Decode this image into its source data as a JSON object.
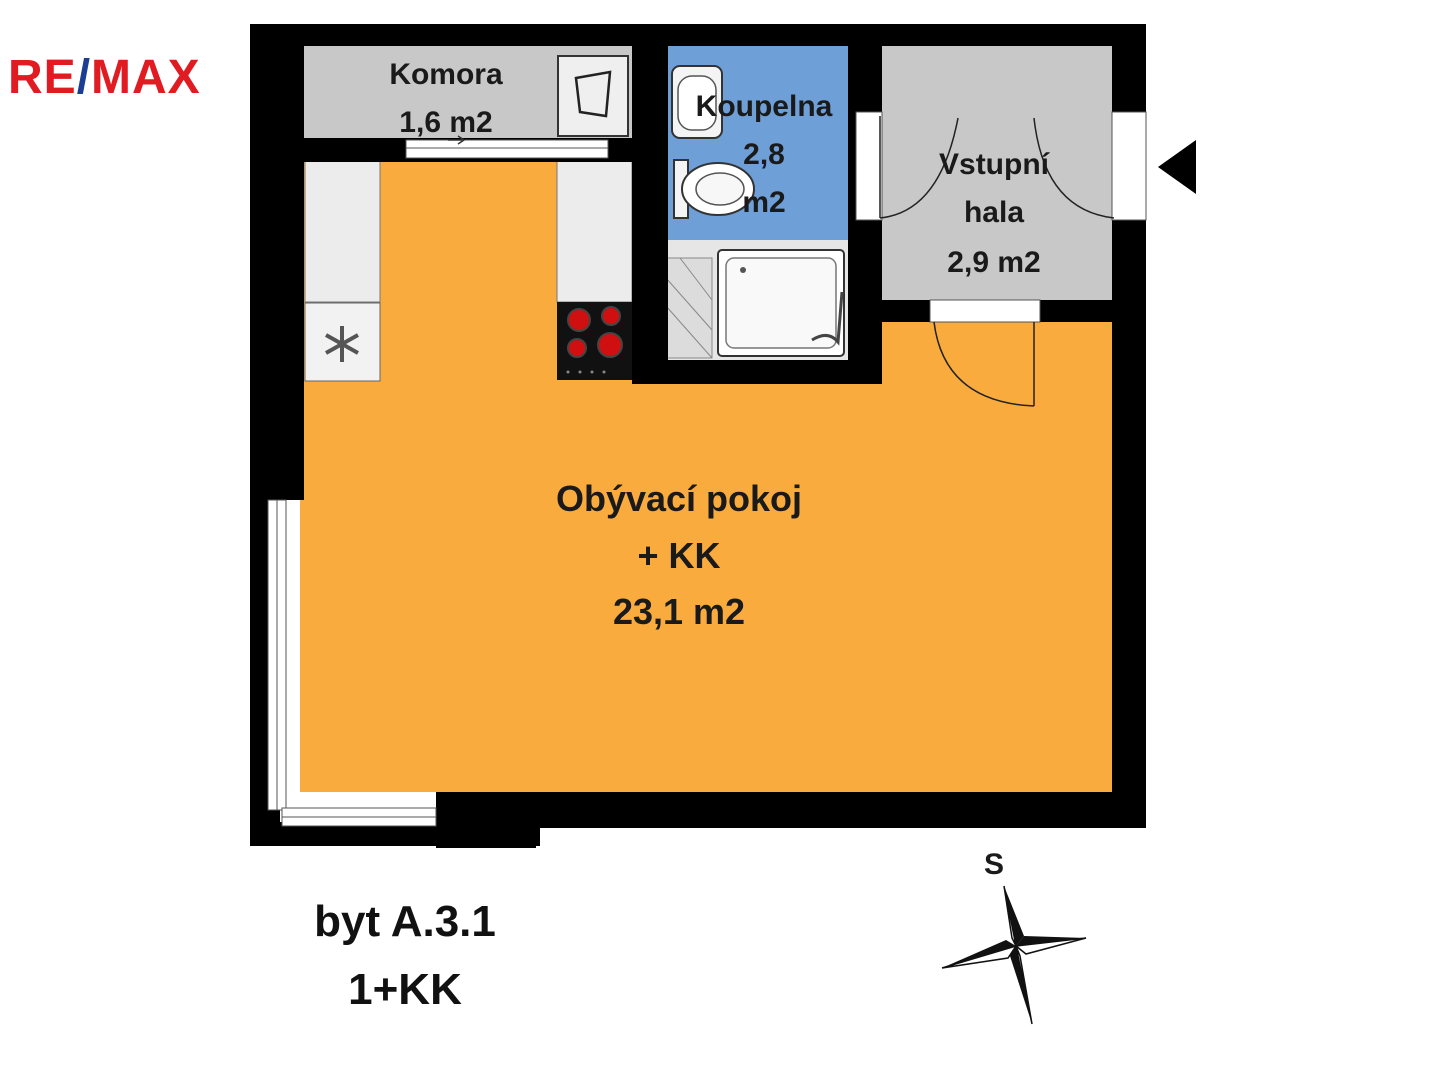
{
  "logo": {
    "re": "RE",
    "slash": "/",
    "max": "MAX"
  },
  "rooms": {
    "komora": {
      "name": "Komora",
      "area": "1,6 m2"
    },
    "koupelna": {
      "name": "Koupelna",
      "area_line1": "2,8",
      "area_line2": "m2"
    },
    "hala": {
      "name_line1": "Vstupní",
      "name_line2": "hala",
      "area": "2,9 m2"
    },
    "obyvaci": {
      "name_line1": "Obývací pokoj",
      "name_line2": "+ KK",
      "area": "23,1 m2"
    }
  },
  "flat": {
    "id": "byt A.3.1",
    "type": "1+KK"
  },
  "compass": {
    "label": "S"
  },
  "colors": {
    "living": "#f9ac3d",
    "bathroom": "#6f9fd7",
    "utility": "#c8c8c8",
    "wall": "#000000",
    "logo_red": "#e11b22",
    "logo_blue": "#1b3e94"
  },
  "icons": {
    "entrance": "entrance-arrow-icon",
    "compass": "compass-rose-icon",
    "stove": "stove-icon",
    "sink": "sink-icon",
    "toilet": "toilet-icon",
    "shower": "shower-tray-icon",
    "boiler": "boiler-icon",
    "washer": "washing-machine-icon"
  }
}
